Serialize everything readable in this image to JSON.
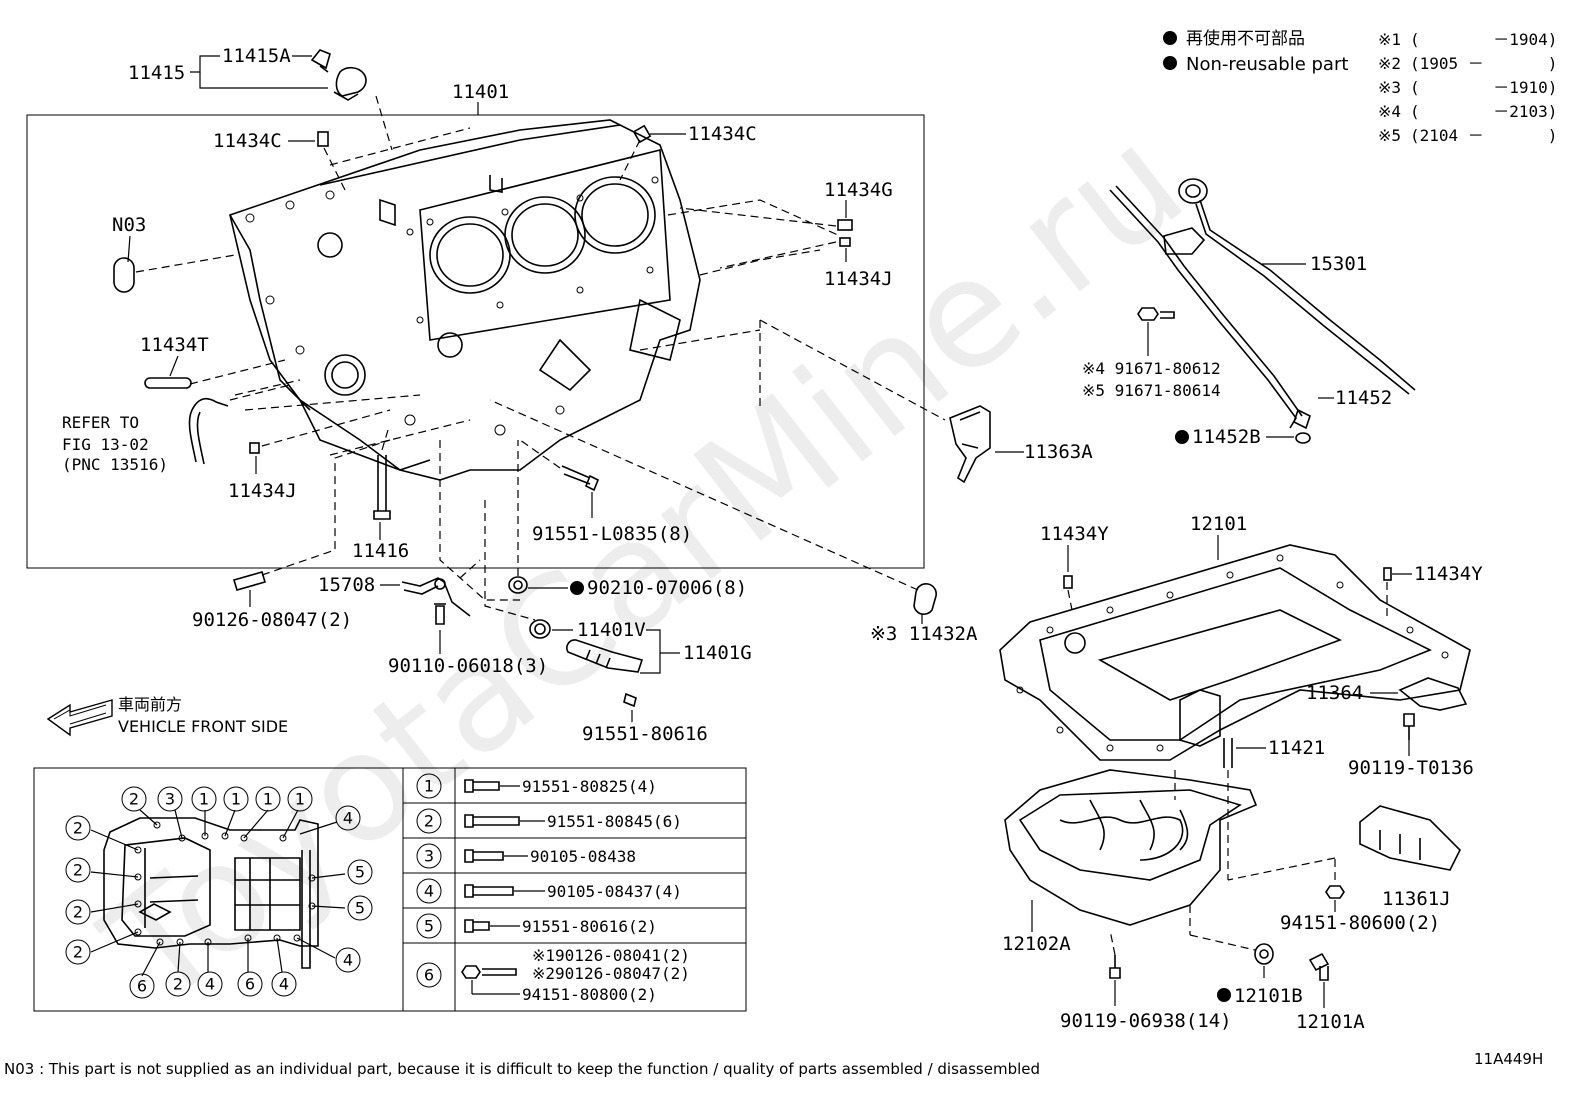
{
  "legend": {
    "non_reusable_ja": "再使用不可部品",
    "non_reusable_en": "Non-reusable part",
    "notes": [
      {
        "mark": "※1",
        "range": "(　　　　 －1904)"
      },
      {
        "mark": "※2",
        "range": "(1905 －　　　　)"
      },
      {
        "mark": "※3",
        "range": "(　　　　 －1910)"
      },
      {
        "mark": "※4",
        "range": "(　　　　 －2103)"
      },
      {
        "mark": "※5",
        "range": "(2104 －　　　　)"
      }
    ]
  },
  "watermark": "ToyotaCarMine.ru",
  "labels": {
    "p11415": "11415",
    "p11415A": "11415A",
    "p11401": "11401",
    "p11434C_left": "11434C",
    "p11434C_right": "11434C",
    "pN03": "N03",
    "p11434G": "11434G",
    "p11434J_right": "11434J",
    "p11434T": "11434T",
    "refer_1": "REFER TO",
    "refer_2": "FIG 13-02",
    "refer_3": "(PNC 13516)",
    "p11434J_left": "11434J",
    "p91551_L0835": "91551-L0835(8)",
    "p11416": "11416",
    "p15708": "15708",
    "p90126_08047": "90126-08047(2)",
    "p90210_07006": "90210-07006(8)",
    "p90110_06018": "90110-06018(3)",
    "p11401V": "11401V",
    "p11401G": "11401G",
    "p91551_80616": "91551-80616",
    "p11432A": "※3 11432A",
    "p11363A": "11363A",
    "p15301": "15301",
    "p91671_80612": "※4 91671-80612",
    "p91671_80614": "※5 91671-80614",
    "p11452": "11452",
    "p11452B": "11452B",
    "p11434Y_left": "11434Y",
    "p12101": "12101",
    "p11434Y_right": "11434Y",
    "p11364": "11364",
    "p90119_T0136": "90119-T0136",
    "p11421": "11421",
    "p11361J": "11361J",
    "p94151_80600": "94151-80600(2)",
    "p12102A": "12102A",
    "p90119_06938": "90119-06938(14)",
    "p12101B": "12101B",
    "p12101A": "12101A"
  },
  "front": {
    "ja": "車両前方",
    "en": "VEHICLE FRONT SIDE"
  },
  "bolt_table": [
    {
      "num": "1",
      "lines": [
        "91551-80825(4)"
      ]
    },
    {
      "num": "2",
      "lines": [
        "91551-80845(6)"
      ]
    },
    {
      "num": "3",
      "lines": [
        "90105-08438"
      ]
    },
    {
      "num": "4",
      "lines": [
        "90105-08437(4)"
      ]
    },
    {
      "num": "5",
      "lines": [
        "91551-80616(2)"
      ]
    },
    {
      "num": "6",
      "lines": [
        "※190126-08041(2)",
        "※290126-08047(2)",
        "94151-80800(2)"
      ]
    }
  ],
  "bolt_map_numbers": [
    "2",
    "3",
    "1",
    "1",
    "1",
    "1",
    "4",
    "2",
    "5",
    "2",
    "5",
    "2",
    "2",
    "6",
    "2",
    "4",
    "6",
    "4",
    "4"
  ],
  "footnote": "N03 : This part is not supplied as an individual part, because it is difficult to keep the function / quality of parts  assembled / disassembled",
  "figure_code": "11A449H"
}
